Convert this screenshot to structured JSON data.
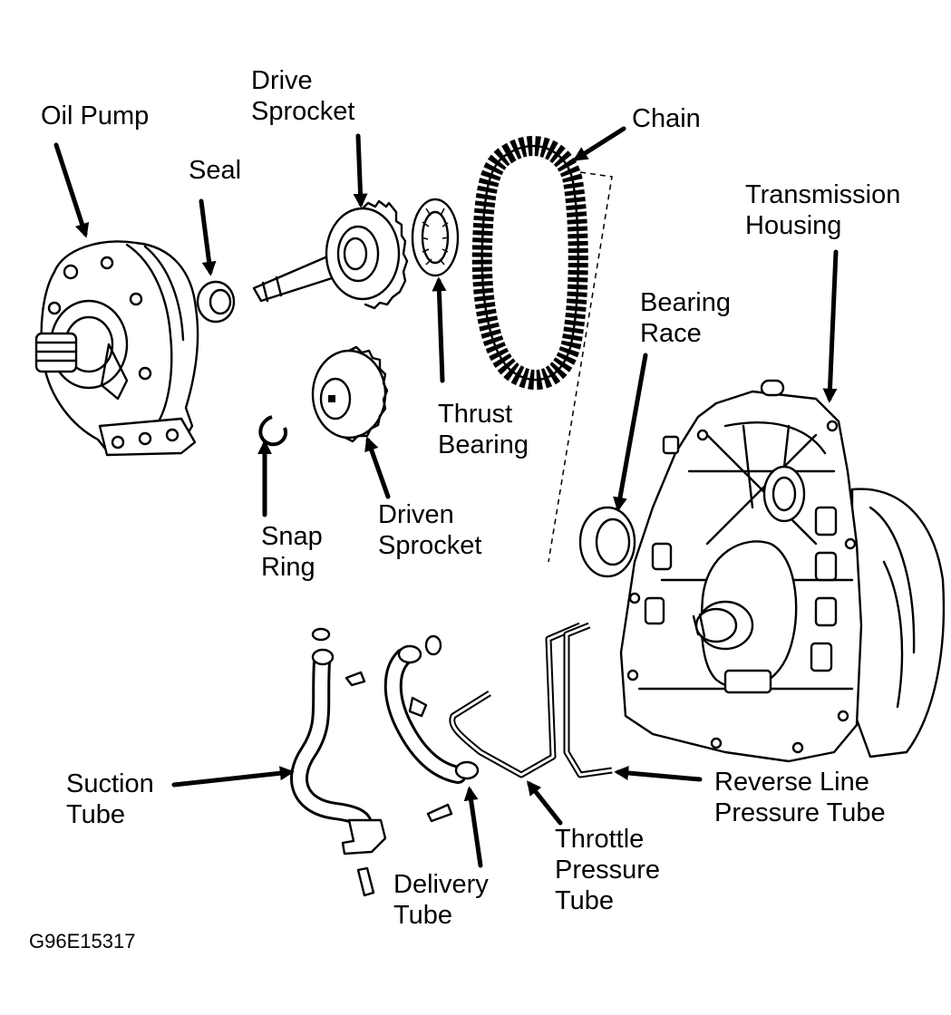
{
  "labels": {
    "oil_pump": "Oil Pump",
    "seal": "Seal",
    "drive_sprocket_1": "Drive",
    "drive_sprocket_2": "Sprocket",
    "chain": "Chain",
    "transmission_housing_1": "Transmission",
    "transmission_housing_2": "Housing",
    "bearing_race_1": "Bearing",
    "bearing_race_2": "Race",
    "thrust_bearing_1": "Thrust",
    "thrust_bearing_2": "Bearing",
    "snap_ring_1": "Snap",
    "snap_ring_2": "Ring",
    "driven_sprocket_1": "Driven",
    "driven_sprocket_2": "Sprocket",
    "suction_tube_1": "Suction",
    "suction_tube_2": "Tube",
    "delivery_tube_1": "Delivery",
    "delivery_tube_2": "Tube",
    "throttle_pressure_tube_1": "Throttle",
    "throttle_pressure_tube_2": "Pressure",
    "throttle_pressure_tube_3": "Tube",
    "reverse_line_pressure_tube_1": "Reverse Line",
    "reverse_line_pressure_tube_2": "Pressure Tube"
  },
  "figure_code": "G96E15317"
}
